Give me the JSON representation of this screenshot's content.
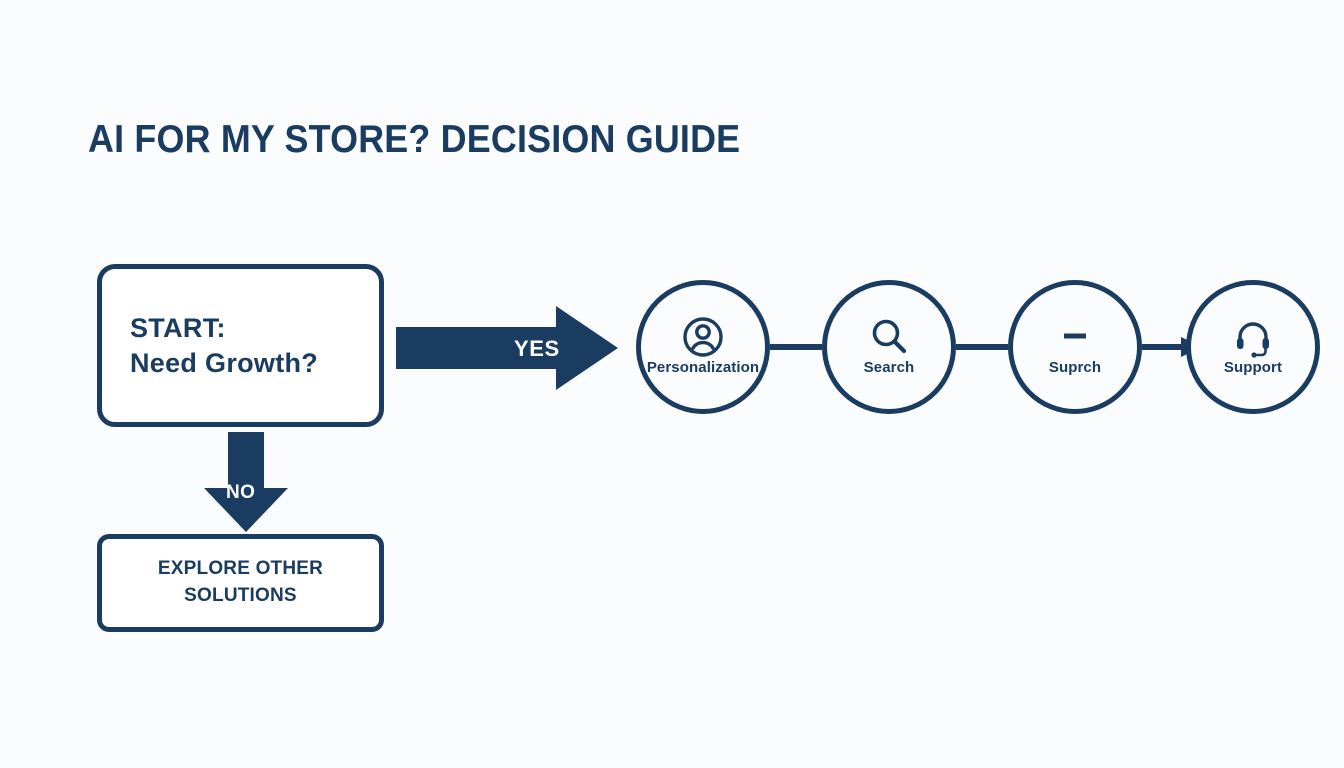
{
  "theme": {
    "background": "#fbfcfd",
    "navy": "#1b3c61",
    "white": "#ffffff"
  },
  "header": {
    "title": "AI FOR MY STORE? DECISION GUIDE"
  },
  "flow": {
    "start_box": {
      "line1": "START:",
      "line2": "Need Growth?"
    },
    "yes_branch": {
      "label": "YES"
    },
    "no_branch": {
      "label": "NO"
    },
    "explore_box": {
      "line1": "EXPLORE OTHER",
      "line2": "SOLUTIONS"
    },
    "nodes": [
      {
        "label": "Personalization",
        "icon": "user-circle-icon"
      },
      {
        "label": "Search",
        "icon": "magnifier-icon"
      },
      {
        "label": "Suprch",
        "icon": "dash-icon"
      },
      {
        "label": "Support",
        "icon": "headset-icon"
      }
    ],
    "connectors": [
      {
        "from": "Personalization",
        "to": "Search",
        "arrowhead": false
      },
      {
        "from": "Search",
        "to": "Suprch",
        "arrowhead": false
      },
      {
        "from": "Suprch",
        "to": "Support",
        "arrowhead": true
      }
    ]
  }
}
